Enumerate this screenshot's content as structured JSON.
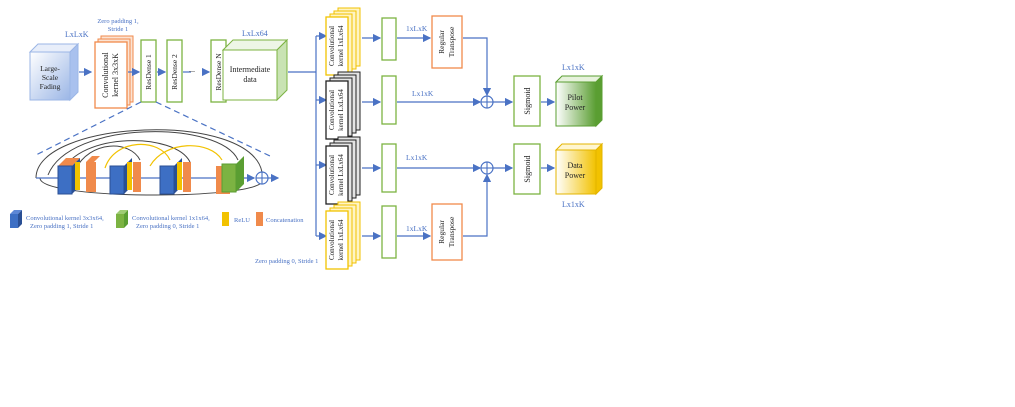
{
  "labels": {
    "input_dim": "LxLxK",
    "input_block": [
      "Large-",
      "Scale",
      "Fading"
    ],
    "zero_pad_top": [
      "Zero padding 1,",
      "Stride 1"
    ],
    "conv_first": [
      "Convolutional",
      "kernel 3x3xK"
    ],
    "resdense1": "ResDense 1",
    "resdense2": "ResDense 2",
    "ellipsis": "...",
    "resdenseN": "ResDense N",
    "intermediate_dim": "LxLx64",
    "intermediate": [
      "Intermediate",
      "data"
    ],
    "branch1_conv": [
      "Convolutional",
      "kernel 1xLx64"
    ],
    "branch2_conv": [
      "Convolutional",
      "kernel LxLx64"
    ],
    "branch3_conv": [
      "Convolutional",
      "kernel LxLx64"
    ],
    "branch4_conv": [
      "Convolutional",
      "kernel 1xLx64"
    ],
    "dim_1xLxK_top": "1xLxK",
    "dim_Lx1xK_2": "Lx1xK",
    "dim_Lx1xK_3": "Lx1xK",
    "dim_1xLxK_bottom": "1xLxK",
    "regular_transpose": [
      "Regular",
      "Transpose"
    ],
    "sigmoid": "Sigmoid",
    "pilot_dim": "Lx1xK",
    "pilot_power": [
      "Pilot",
      "Power"
    ],
    "data_power": [
      "Data",
      "Power"
    ],
    "data_dim": "Lx1xK",
    "zero_pad_bottom": "Zero padding 0, Stride 1"
  },
  "legend": [
    {
      "color": "#3d6fc4",
      "lines": [
        "Convolutional kernel 3x3x64,",
        "Zero padding 1, Stride 1"
      ]
    },
    {
      "color": "#7cb342",
      "lines": [
        "Convolutional kernel 1x1x64,",
        "Zero padding 0, Stride 1"
      ]
    },
    {
      "color": "#f2c200",
      "lines": [
        "ReLU"
      ]
    },
    {
      "color": "#f08a4b",
      "lines": [
        "Concatenation"
      ]
    }
  ]
}
